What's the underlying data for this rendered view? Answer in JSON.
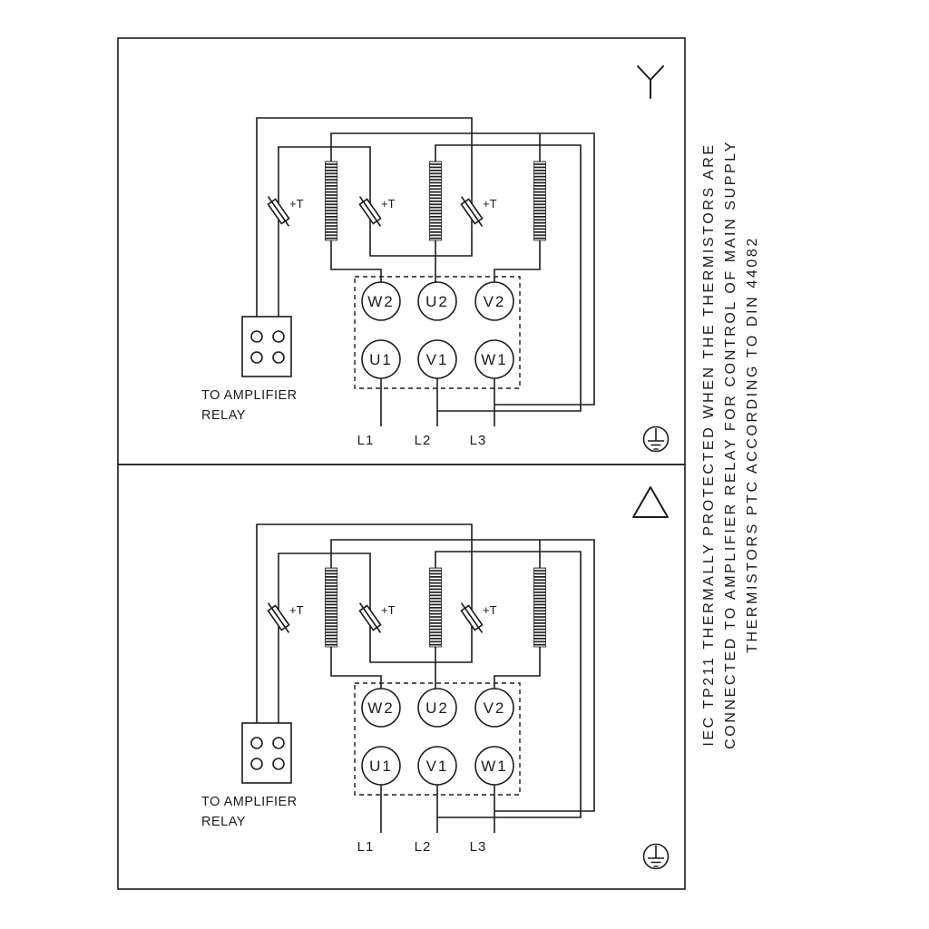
{
  "page": {
    "background": "#ffffff",
    "line_color": "#1c1c1c"
  },
  "side_note": {
    "lines": [
      "IEC TP211 THERMALLY PROTECTED WHEN THE THERMISTORS ARE",
      "CONNECTED TO AMPLIFIER RELAY FOR CONTROL OF MAIN SUPPLY",
      "THERMISTORS PTC ACCORDING TO DIN 44082"
    ]
  },
  "panels": [
    {
      "connection": "star",
      "terminals": {
        "top": [
          "W2",
          "U2",
          "V2"
        ],
        "bottom": [
          "U1",
          "V1",
          "W1"
        ]
      },
      "supply": [
        "L1",
        "L2",
        "L3"
      ],
      "thermistor_label": "+T",
      "relay_caption": [
        "TO AMPLIFIER",
        "RELAY"
      ]
    },
    {
      "connection": "delta",
      "terminals": {
        "top": [
          "W2",
          "U2",
          "V2"
        ],
        "bottom": [
          "U1",
          "V1",
          "W1"
        ]
      },
      "supply": [
        "L1",
        "L2",
        "L3"
      ],
      "thermistor_label": "+T",
      "relay_caption": [
        "TO AMPLIFIER",
        "RELAY"
      ]
    }
  ]
}
